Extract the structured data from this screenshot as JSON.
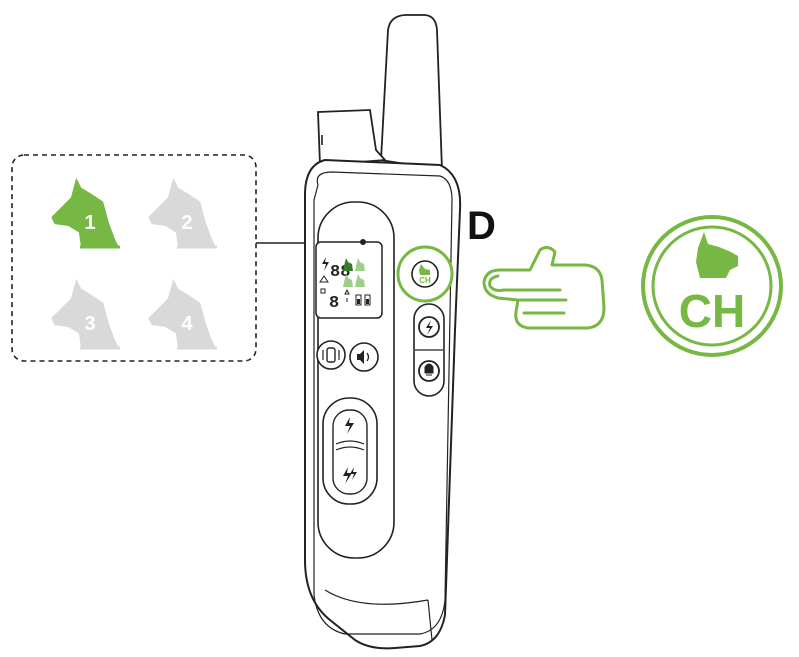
{
  "callout_letter": "D",
  "channel_button_label": "CH",
  "channels": [
    {
      "number": "1",
      "state": "active"
    },
    {
      "number": "2",
      "state": "inactive"
    },
    {
      "number": "3",
      "state": "inactive"
    },
    {
      "number": "4",
      "state": "inactive"
    }
  ],
  "lcd": {
    "row1_digits": "88",
    "row2_digits": "8"
  },
  "icons": {
    "side_top_button": "lightning-icon",
    "side_bottom_button": "light-bulb-icon",
    "front_left_button": "vibration-icon",
    "front_right_button": "beep-icon",
    "rocker_top": "shock-icon",
    "rocker_bottom": "boost-shock-icon",
    "hand": "pointing-hand-icon",
    "dog": "dog-head-icon"
  },
  "colors": {
    "accent_green": "#76b843",
    "inactive_gray": "#d9d9d9",
    "outline": "#222222"
  }
}
